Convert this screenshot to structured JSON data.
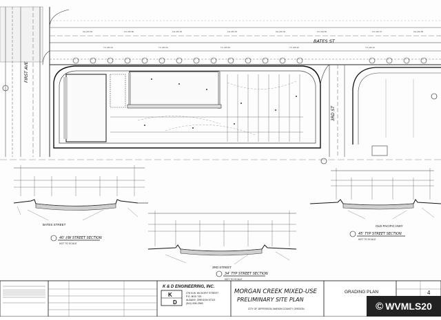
{
  "plan": {
    "street_label": "BATES ST",
    "left_street_label": "FIRST AVE",
    "right_street_label": "3RD ST"
  },
  "sections": {
    "bates": {
      "title": "BATES STREET",
      "caption": "40' I/W STREET SECTION",
      "scale": "NOT TO SCALE"
    },
    "third": {
      "title": "3RD STREET",
      "caption": "34' TYP STREET SECTION",
      "scale": "NOT TO SCALE"
    },
    "right": {
      "title": "OLD PACIFIC HWY",
      "caption": "45' TYP STREET SECTION",
      "scale": "NOT TO SCALE"
    }
  },
  "title_block": {
    "firm_name": "K & D ENGINEERING, INC.",
    "firm_logo_top": "K",
    "firm_logo_bottom": "D",
    "firm_address": [
      "276 N.W. HICKORY STREET",
      "P.O. BOX 725",
      "ALBANY, OREGON 97321",
      "(541) 928-2583"
    ],
    "project_title_1": "MORGAN CREEK MIXED-USE",
    "project_title_2": "PRELIMINARY SITE PLAN",
    "location": "CITY OF JEFFERSON, MARION COUNTY, OREGON",
    "sheet_title": "GRADING PLAN",
    "sheet_number": "4"
  },
  "watermark": {
    "symbol": "©",
    "text": "WVMLS20"
  }
}
